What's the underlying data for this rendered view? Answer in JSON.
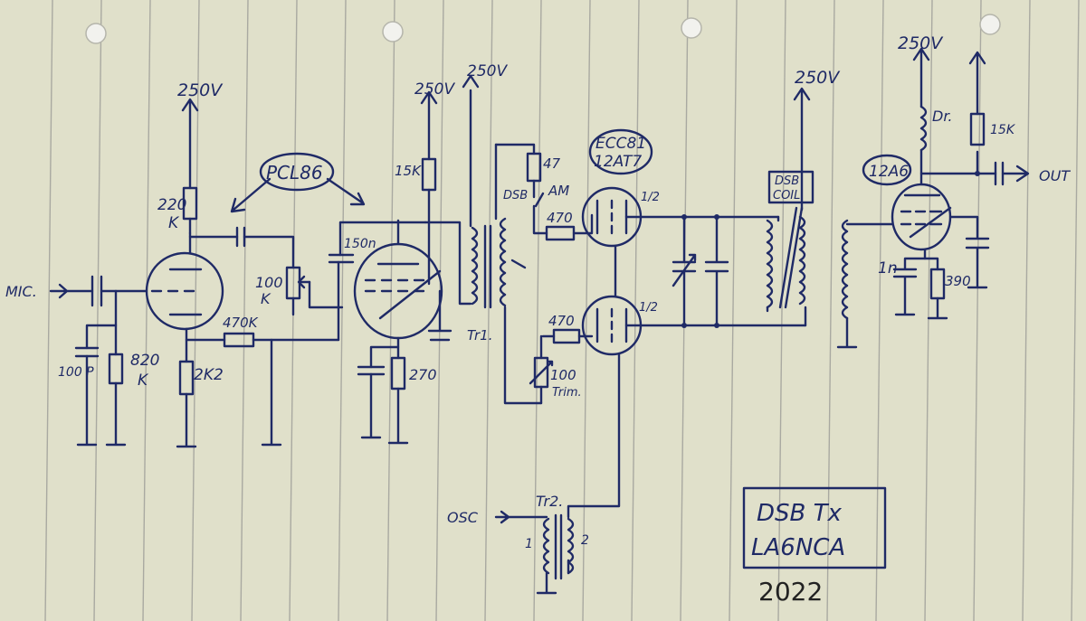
{
  "labels": {
    "v250_1": "250V",
    "v250_2": "250V",
    "v250_3": "250V",
    "v250_4": "250V",
    "v250_5": "250V",
    "pcl86": "PCL86",
    "ecc81": "ECC81",
    "12at7": "12AT7",
    "dsb_coil_1": "DSB",
    "dsb_coil_2": "COIL",
    "tube_12a6": "12A6",
    "r220_1": "220",
    "r220_2": "K",
    "mic": "MIC.",
    "c100p": "100 P",
    "r820_1": "820",
    "r820_2": "K",
    "r2k2": "2K2",
    "r470k": "470K",
    "r100k_1": "100",
    "r100k_2": "K",
    "c150n": "150n",
    "r15k_1": "15K",
    "r270": "270",
    "r47": "47",
    "dsb_sw": "DSB",
    "am_sw": "AM",
    "r470_1": "470",
    "half_1": "1/2",
    "r470_2": "470",
    "half_2": "1/2",
    "r100trim_1": "100",
    "r100trim_2": "Trim.",
    "tr1": "Tr1.",
    "osc": "OSC",
    "tr2": "Tr2.",
    "tr2_1": "1",
    "tr2_2": "2",
    "dr": "Dr.",
    "r15k_2": "15K",
    "out": "OUT",
    "c1n": "1n",
    "r390": "390",
    "title_1": "DSB Tx",
    "title_2": "LA6NCA",
    "year": "2022"
  }
}
